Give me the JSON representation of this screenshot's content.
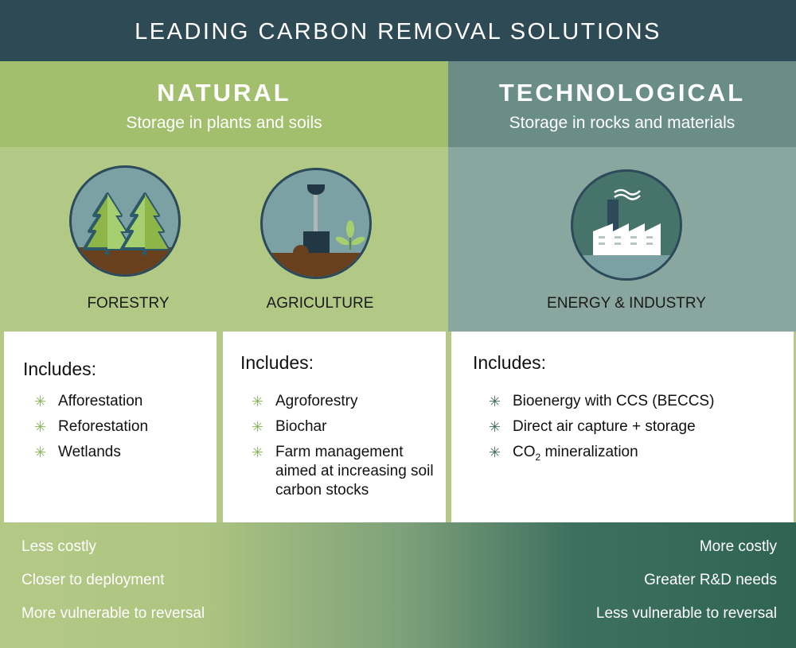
{
  "title": "LEADING CARBON REMOVAL SOLUTIONS",
  "natural": {
    "heading": "NATURAL",
    "subheading": "Storage in plants and soils"
  },
  "technological": {
    "heading": "TECHNOLOGICAL",
    "subheading": "Storage in rocks and materials"
  },
  "categories": [
    {
      "name": "FORESTRY",
      "icon": "trees-icon",
      "includes_label": "Includes:",
      "items": [
        "Afforestation",
        "Reforestation",
        "Wetlands"
      ]
    },
    {
      "name": "AGRICULTURE",
      "icon": "shovel-plant-icon",
      "includes_label": "Includes:",
      "items": [
        "Agroforestry",
        "Biochar",
        "Farm management aimed at increasing soil carbon stocks"
      ]
    },
    {
      "name": "ENERGY & INDUSTRY",
      "icon": "factory-icon",
      "includes_label": "Includes:",
      "items": [
        "Bioenergy with CCS (BECCS)",
        "Direct air capture + storage",
        "CO",
        "2",
        " mineralization"
      ]
    }
  ],
  "bullet": "✳",
  "left_traits": [
    "Less costly",
    "Closer to deployment",
    "More vulnerable to reversal"
  ],
  "right_traits": [
    "More costly",
    "Greater R&D needs",
    "Less vulnerable to reversal"
  ],
  "colors": {
    "header": "#2e4a54",
    "natural": "#a2bf6d",
    "technological": "#6a8e87"
  }
}
